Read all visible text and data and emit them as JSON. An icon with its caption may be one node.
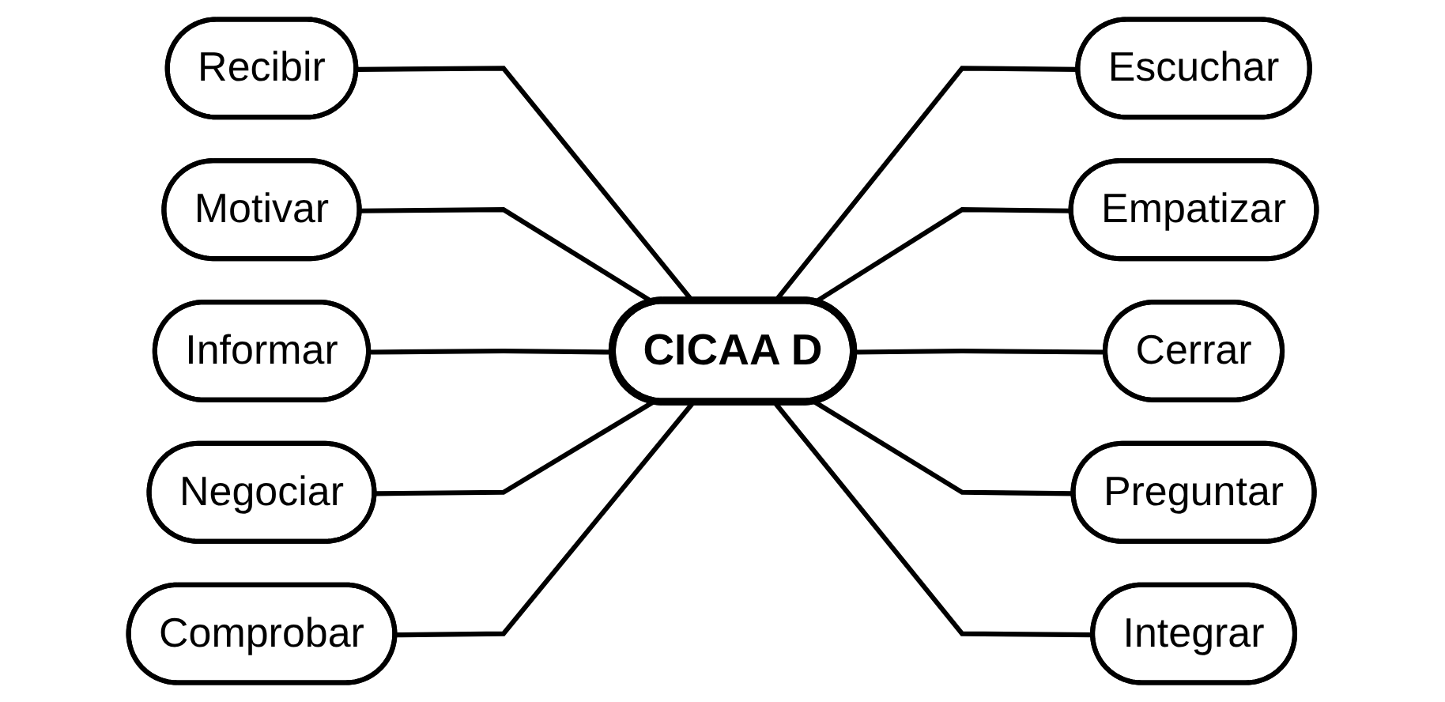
{
  "diagram": {
    "nodes": [
      {
        "text": [
          "Recibir"
        ]
      },
      {
        "text": [
          "Motivar"
        ]
      },
      {
        "text": [
          "Escuchar"
        ]
      },
      {
        "text": [
          "Informar"
        ]
      },
      {
        "text": [
          "Empatizar"
        ]
      },
      {
        "text": [
          "CICAA D"
        ]
      },
      {
        "text": [
          "Negociar"
        ]
      },
      {
        "text": [
          "Cerrar"
        ]
      },
      {
        "text": [
          "Comprobar"
        ]
      },
      {
        "text": [
          "Preguntar"
        ]
      },
      {
        "text": [
          "Integrar"
        ]
      }
    ],
    "edges": [
      {
        "from": 0,
        "to": 5,
        "arrow": "none"
      },
      {
        "from": 1,
        "to": 5,
        "arrow": "none"
      },
      {
        "from": 3,
        "to": 5,
        "arrow": "none"
      },
      {
        "from": 6,
        "to": 5,
        "arrow": "none"
      },
      {
        "from": 8,
        "to": 5,
        "arrow": "none"
      },
      {
        "from": 5,
        "to": 2,
        "arrow": "none"
      },
      {
        "from": 5,
        "to": 4,
        "arrow": "none"
      },
      {
        "from": 5,
        "to": 7,
        "arrow": "none"
      },
      {
        "from": 5,
        "to": 9,
        "arrow": "none"
      },
      {
        "from": 5,
        "to": 10,
        "arrow": "none"
      }
    ]
  }
}
